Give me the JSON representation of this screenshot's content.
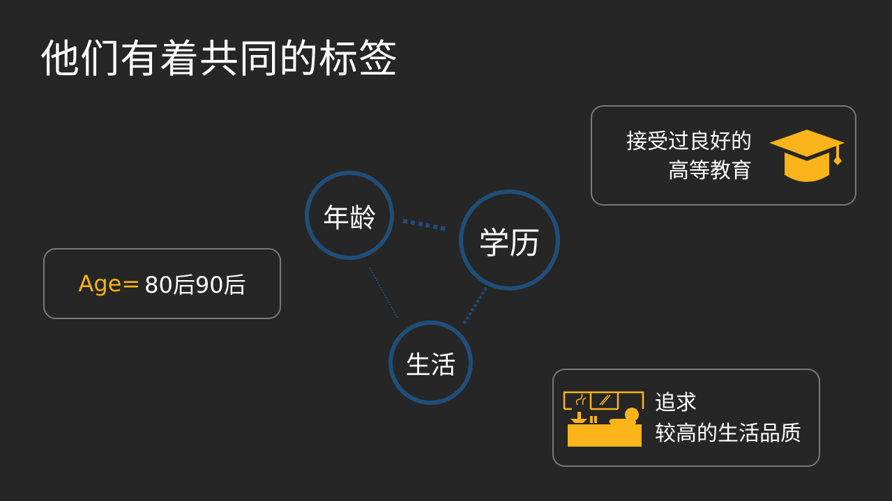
{
  "slide": {
    "title": "他们有着共同的标签",
    "background_color": "#262626",
    "accent_color": "#f5b412",
    "node_ring_color": "#1f4e79"
  },
  "age_box": {
    "key": "Age=",
    "value": "80后90后"
  },
  "nodes": [
    {
      "label": "年龄"
    },
    {
      "label": "学历"
    },
    {
      "label": "生活"
    }
  ],
  "education_box": {
    "line1": "接受过良好的",
    "line2": "高等教育",
    "icon": "graduation-cap-icon"
  },
  "life_box": {
    "line1": "追求",
    "line2": "较高的生活品质",
    "icon": "bath-relax-icon"
  }
}
